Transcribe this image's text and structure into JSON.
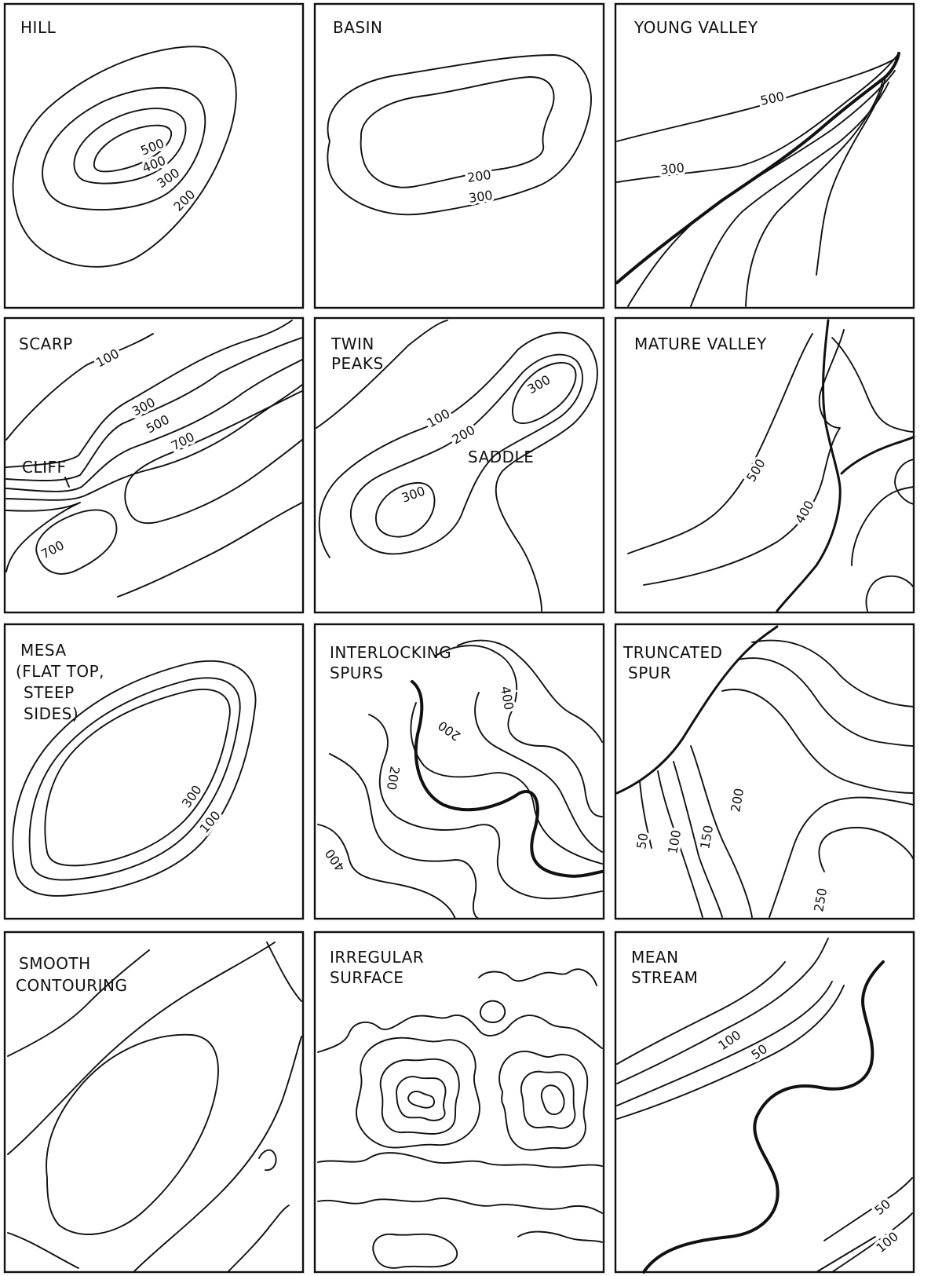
{
  "panels": [
    {
      "id": "hill",
      "title_lines": [
        "HILL"
      ],
      "labels": [
        "500",
        "400",
        "300",
        "200"
      ]
    },
    {
      "id": "basin",
      "title_lines": [
        "BASIN"
      ],
      "labels": [
        "200",
        "300"
      ]
    },
    {
      "id": "young-valley",
      "title_lines": [
        "YOUNG VALLEY"
      ],
      "labels": [
        "500",
        "300"
      ]
    },
    {
      "id": "scarp",
      "title_lines": [
        "SCARP"
      ],
      "labels": [
        "100",
        "300",
        "500",
        "700",
        "CLIFF",
        "700"
      ]
    },
    {
      "id": "twin-peaks",
      "title_lines": [
        "TWIN",
        "PEAKS"
      ],
      "labels": [
        "100",
        "200",
        "300",
        "SADDLE",
        "300"
      ]
    },
    {
      "id": "mature-valley",
      "title_lines": [
        "MATURE VALLEY"
      ],
      "labels": [
        "500",
        "400"
      ]
    },
    {
      "id": "mesa",
      "title_lines": [
        "MESA",
        "(FLAT TOP,",
        "STEEP",
        "SIDES)"
      ],
      "labels": [
        "300",
        "100"
      ]
    },
    {
      "id": "interlocking-spurs",
      "title_lines": [
        "INTERLOCKING",
        "SPURS"
      ],
      "labels": [
        "400",
        "200",
        "200",
        "400"
      ]
    },
    {
      "id": "truncated-spur",
      "title_lines": [
        "TRUNCATED",
        "SPUR"
      ],
      "labels": [
        "50",
        "100",
        "150",
        "200",
        "250"
      ]
    },
    {
      "id": "smooth-contouring",
      "title_lines": [
        "SMOOTH",
        "CONTOURING"
      ],
      "labels": []
    },
    {
      "id": "irregular-surface",
      "title_lines": [
        "IRREGULAR",
        "SURFACE"
      ],
      "labels": []
    },
    {
      "id": "mean-stream",
      "title_lines": [
        "MEAN",
        "STREAM"
      ],
      "labels": [
        "100",
        "50",
        "50",
        "100"
      ]
    }
  ]
}
